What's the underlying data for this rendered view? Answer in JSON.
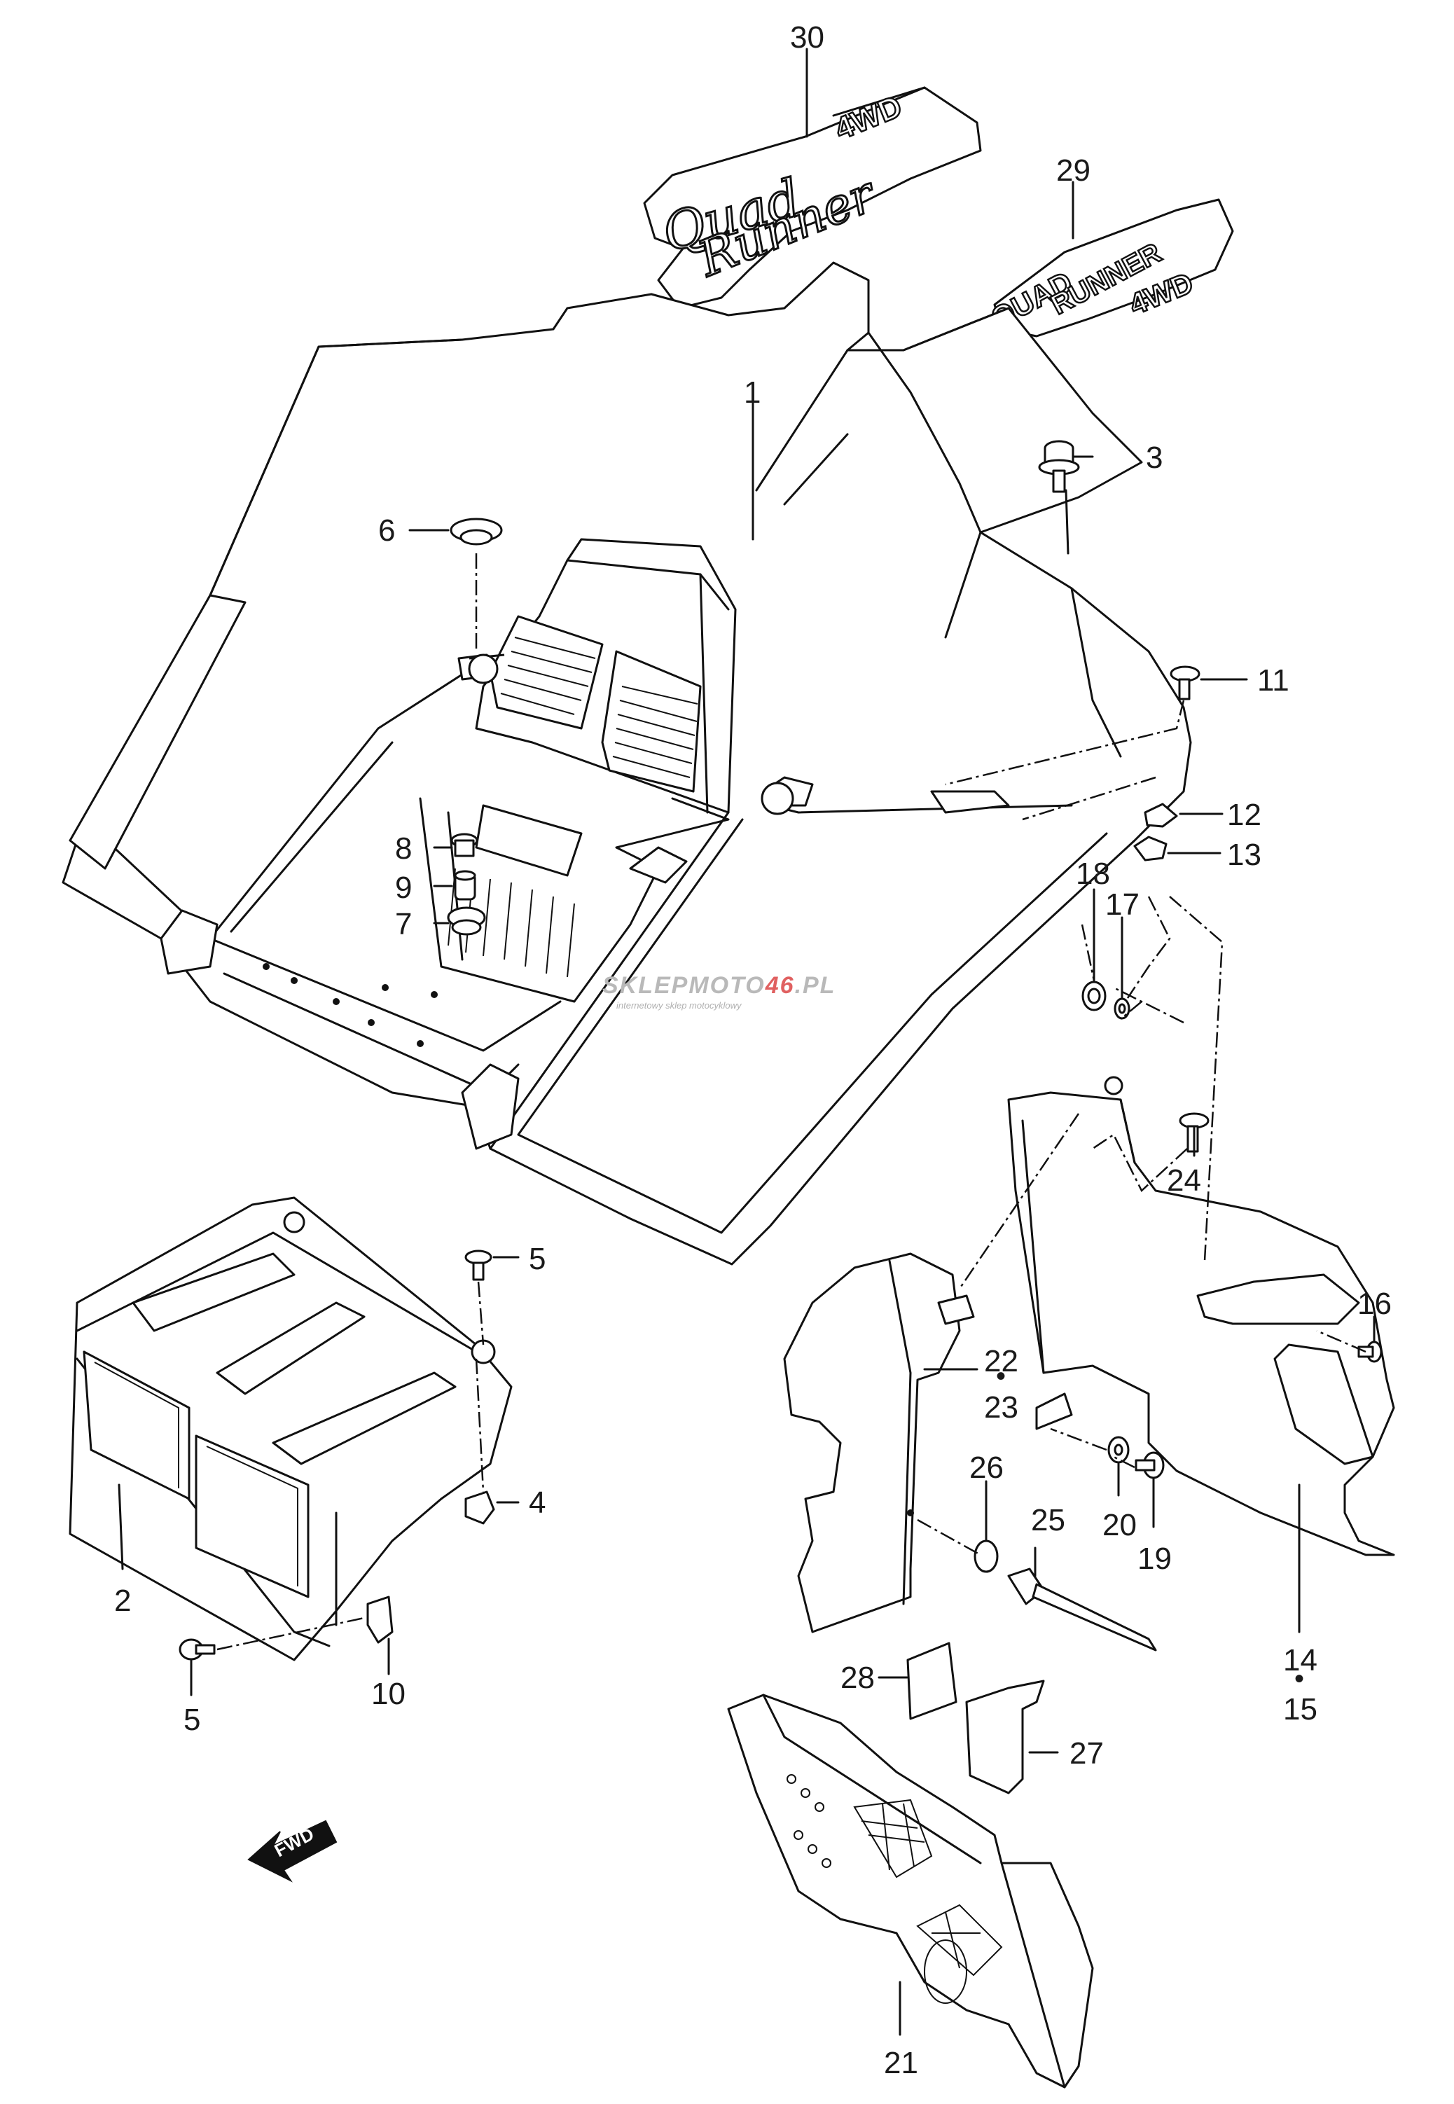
{
  "diagram": {
    "callouts": [
      {
        "id": "30",
        "label": "30"
      },
      {
        "id": "29",
        "label": "29"
      },
      {
        "id": "1",
        "label": "1"
      },
      {
        "id": "3",
        "label": "3"
      },
      {
        "id": "6",
        "label": "6"
      },
      {
        "id": "11",
        "label": "11"
      },
      {
        "id": "12",
        "label": "12"
      },
      {
        "id": "13",
        "label": "13"
      },
      {
        "id": "8",
        "label": "8"
      },
      {
        "id": "9",
        "label": "9"
      },
      {
        "id": "7",
        "label": "7"
      },
      {
        "id": "18",
        "label": "18"
      },
      {
        "id": "17",
        "label": "17"
      },
      {
        "id": "24",
        "label": "24"
      },
      {
        "id": "5a",
        "label": "5"
      },
      {
        "id": "16",
        "label": "16"
      },
      {
        "id": "22",
        "label": "22"
      },
      {
        "id": "23",
        "label": "23"
      },
      {
        "id": "4",
        "label": "4"
      },
      {
        "id": "26",
        "label": "26"
      },
      {
        "id": "20",
        "label": "20"
      },
      {
        "id": "19",
        "label": "19"
      },
      {
        "id": "2",
        "label": "2"
      },
      {
        "id": "25",
        "label": "25"
      },
      {
        "id": "14",
        "label": "14"
      },
      {
        "id": "15",
        "label": "15"
      },
      {
        "id": "10",
        "label": "10"
      },
      {
        "id": "5b",
        "label": "5"
      },
      {
        "id": "28",
        "label": "28"
      },
      {
        "id": "27",
        "label": "27"
      },
      {
        "id": "21",
        "label": "21"
      }
    ],
    "emblem_30_text": [
      "Quad",
      "Runner",
      "4WD"
    ],
    "emblem_29_text": [
      "QUAD",
      "RUNNER",
      "4WD"
    ],
    "fwd_label": "FWD",
    "watermark": {
      "brand_main": "SKLEPMOTO",
      "brand_accent": "46",
      "brand_suffix": ".PL",
      "tagline": "internetowy sklep motocyklowy"
    }
  }
}
